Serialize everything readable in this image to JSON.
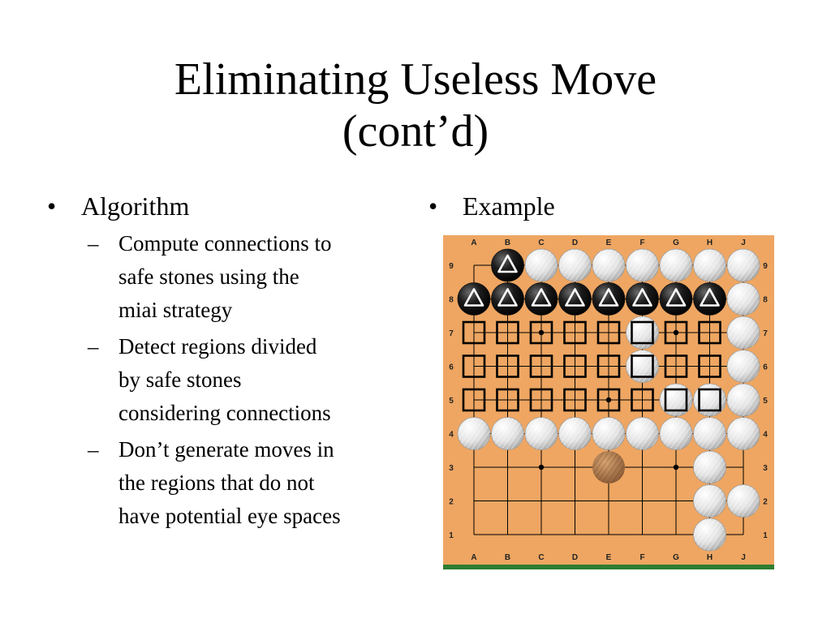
{
  "slide": {
    "title_line1": "Eliminating Useless Move",
    "title_line2": "(cont’d)"
  },
  "left": {
    "bullet_glyph": "•",
    "dash_glyph": "–",
    "heading": "Algorithm",
    "items": [
      [
        "Compute connections to",
        "safe stones using the",
        "miai strategy"
      ],
      [
        "Detect regions divided",
        "by safe stones",
        "considering connections"
      ],
      [
        "Don’t generate moves in",
        "the regions that do not",
        "have potential eye spaces"
      ]
    ]
  },
  "right": {
    "heading": "Example"
  },
  "board": {
    "columns": [
      "A",
      "B",
      "C",
      "D",
      "E",
      "F",
      "G",
      "H",
      "J"
    ],
    "rows": [
      "9",
      "8",
      "7",
      "6",
      "5",
      "4",
      "3",
      "2",
      "1"
    ],
    "colors": {
      "board": "#EEA662",
      "line": "#000000",
      "bottom_bar": "#2E7D32",
      "black_stone": "#111111",
      "white_stone": "#E6E6E6"
    },
    "star_points": [
      "C7",
      "G7",
      "E5",
      "C3",
      "G3"
    ],
    "black_stones": [
      "B9",
      "A8",
      "B8",
      "C8",
      "D8",
      "E8",
      "F8",
      "G8",
      "H8"
    ],
    "triangle_marked": [
      "B9",
      "A8",
      "B8",
      "C8",
      "D8",
      "E8",
      "F8",
      "G8",
      "H8"
    ],
    "white_stones": [
      "C9",
      "D9",
      "E9",
      "F9",
      "G9",
      "H9",
      "J9",
      "J8",
      "F7",
      "J7",
      "F6",
      "J6",
      "G5",
      "H5",
      "J5",
      "A4",
      "B4",
      "C4",
      "D4",
      "E4",
      "F4",
      "G4",
      "H4",
      "J4",
      "H3",
      "H2",
      "J2",
      "H1"
    ],
    "shaded_stones": [
      "E3"
    ],
    "square_marked": [
      "A7",
      "B7",
      "C7",
      "D7",
      "E7",
      "F7",
      "G7",
      "H7",
      "A6",
      "B6",
      "C6",
      "D6",
      "E6",
      "F6",
      "G6",
      "H6",
      "A5",
      "B5",
      "C5",
      "D5",
      "E5",
      "F5",
      "G5",
      "H5"
    ]
  }
}
